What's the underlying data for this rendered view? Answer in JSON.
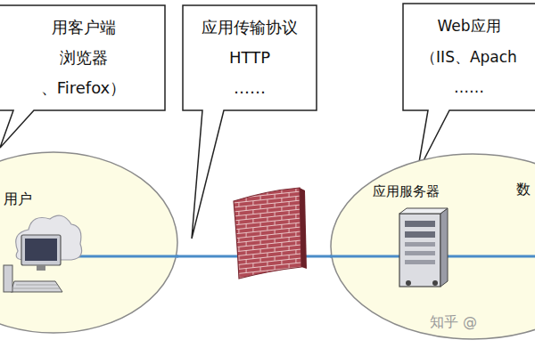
{
  "diagram": {
    "nodes": [
      {
        "text": [
          "用客户端",
          "浏览器",
          "、Firefox）"
        ]
      },
      {
        "text": [
          "应用传输协议",
          "HTTP",
          "……"
        ]
      },
      {
        "text": [
          "Web应用",
          "（IIS、Apach",
          "……"
        ]
      },
      {
        "text": [
          "用户"
        ]
      },
      {
        "text": [
          "应用服务器"
        ]
      }
    ],
    "edges": [
      {
        "from": 3,
        "to": 4,
        "arrow": "none"
      }
    ],
    "labels": [
      "数",
      "知乎 @"
    ]
  }
}
